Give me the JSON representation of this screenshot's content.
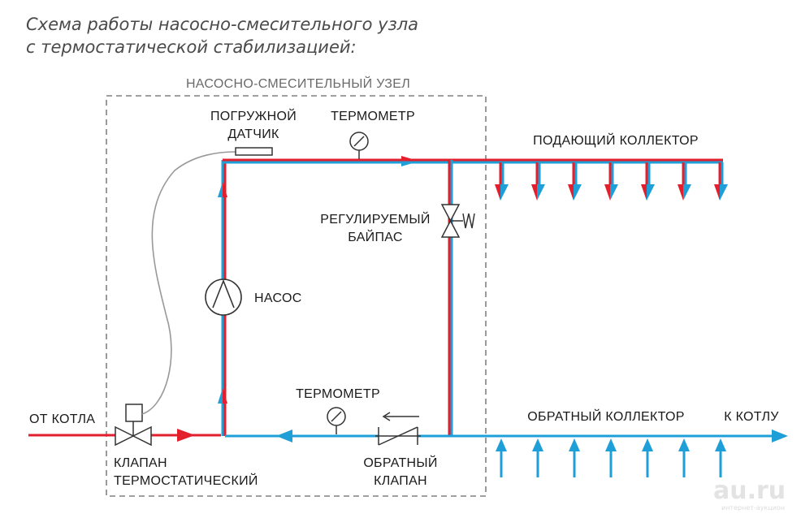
{
  "title": {
    "line1": "Схема работы насосно-смесительного узла",
    "line2": "с термостатической стабилизацией:"
  },
  "unit_label": "НАСОСНО-СМЕСИТЕЛЬНЫЙ УЗЕЛ",
  "labels": {
    "sensor_line1": "ПОГРУЖНОЙ",
    "sensor_line2": "ДАТЧИК",
    "thermometer_top": "ТЕРМОМЕТР",
    "supply_collector": "ПОДАЮЩИЙ КОЛЛЕКТОР",
    "bypass_line1": "РЕГУЛИРУЕМЫЙ",
    "bypass_line2": "БАЙПАС",
    "pump": "НАСОС",
    "from_boiler": "ОТ КОТЛА",
    "thermometer_bottom": "ТЕРМОМЕТР",
    "return_collector": "ОБРАТНЫЙ КОЛЛЕКТОР",
    "to_boiler": "К КОТЛУ",
    "valve_line1": "КЛАПАН",
    "valve_line2": "ТЕРМОСТАТИЧЕСКИЙ",
    "check_valve_line1": "ОБРАТНЫЙ",
    "check_valve_line2": "КЛАПАН"
  },
  "watermark": {
    "main": "au.ru",
    "sub": "интернет-аукцион"
  },
  "colors": {
    "supply_hot": "#e31e2d",
    "return_cold": "#1e9fd8",
    "frame": "#808080",
    "symbol": "#333333",
    "sensor_cable": "#999999"
  }
}
